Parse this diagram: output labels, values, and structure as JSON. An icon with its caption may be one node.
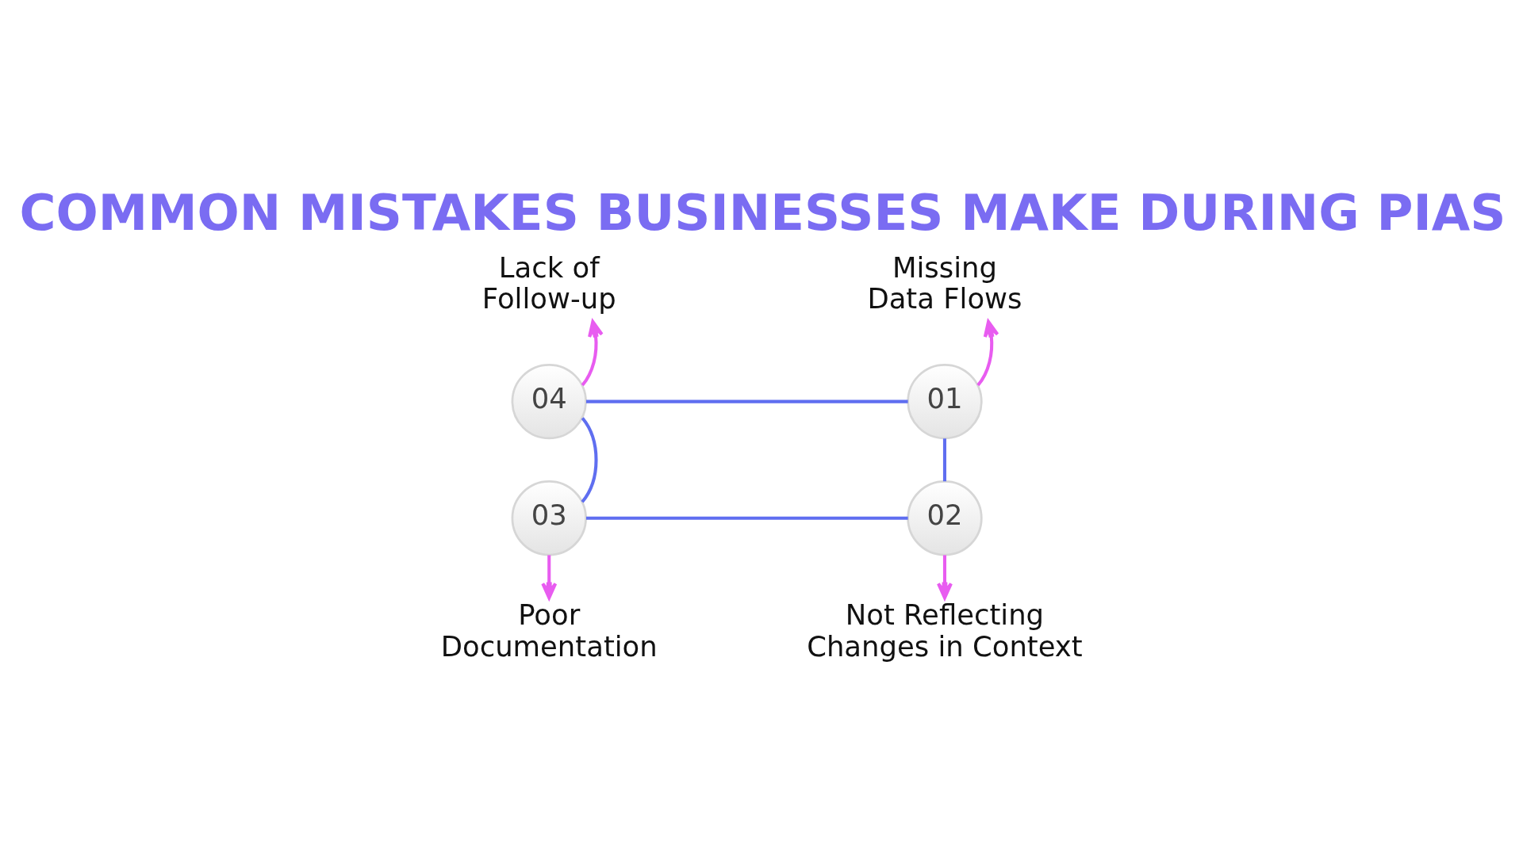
{
  "diagram": {
    "title": "COMMON MISTAKES BUSINESSES MAKE DURING PIAS",
    "nodes": [
      {
        "text": [
          "Lack of Follow-up"
        ]
      },
      {
        "text": [
          "Missing Data Flows"
        ]
      },
      {
        "text": [
          "01"
        ]
      },
      {
        "text": [
          "04"
        ]
      },
      {
        "text": [
          "02"
        ]
      },
      {
        "text": [
          "03"
        ]
      },
      {
        "text": [
          "Poor Documentation"
        ]
      },
      {
        "text": [
          "Not Reflecting Changes in Context"
        ]
      }
    ],
    "edges": [
      {
        "from": 2,
        "to": 1,
        "arrow": "to",
        "color": "#e85cf0"
      },
      {
        "from": 4,
        "to": 7,
        "arrow": "to",
        "color": "#e85cf0"
      },
      {
        "from": 5,
        "to": 6,
        "arrow": "to",
        "color": "#e85cf0"
      },
      {
        "from": 3,
        "to": 0,
        "arrow": "to",
        "color": "#e85cf0"
      },
      {
        "from": 2,
        "to": 4,
        "arrow": "none",
        "color": "#5f6ef0"
      },
      {
        "from": 4,
        "to": 5,
        "arrow": "none",
        "color": "#5f6ef0"
      },
      {
        "from": 5,
        "to": 3,
        "arrow": "none",
        "color": "#5f6ef0"
      },
      {
        "from": 3,
        "to": 2,
        "arrow": "none",
        "color": "#5f6ef0"
      }
    ]
  }
}
